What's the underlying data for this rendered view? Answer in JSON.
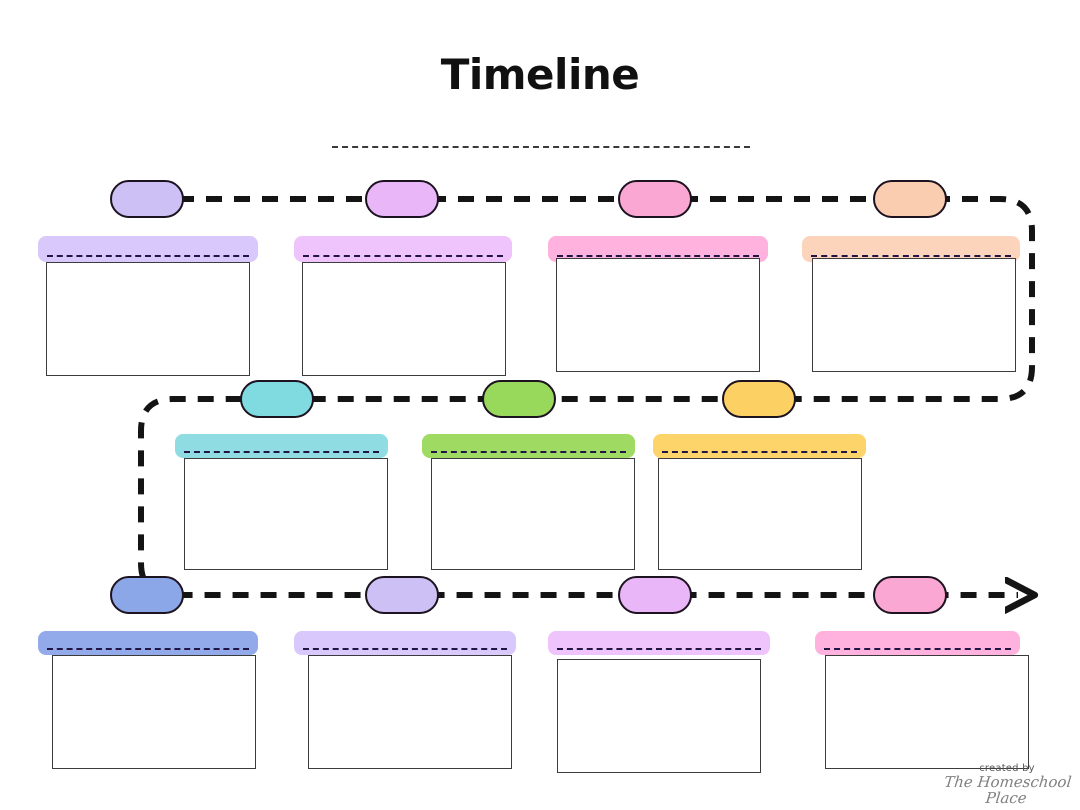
{
  "document": {
    "title": "Timeline",
    "title_rule": "dashed-writing-line"
  },
  "footer": {
    "created_by_label": "created by",
    "brand": "The Homeschool Place"
  },
  "connector": {
    "style": "dashed",
    "color": "#141414",
    "dash_pattern": "16 12",
    "stroke_width": 6,
    "arrow_end": "right-arrow-bottom-row"
  },
  "colors": {
    "outline": "#1d1220",
    "card_border": "#3c3c3c",
    "bar_line": "#211545",
    "lavender": "#ccc0f5",
    "orchid": "#e9b6f7",
    "pink": "#fba7d3",
    "peach": "#fbcdb0",
    "turquoise": "#80dbe0",
    "green": "#98d85b",
    "yellow": "#fdd063",
    "blue": "#8ba7e8",
    "light_lavender": "#d8c8fb",
    "light_orchid": "#efc3fb",
    "light_pink": "#ffb2dd",
    "light_peach": "#fcd4bc",
    "bar_turquoise": "#8fdde3",
    "bar_green": "#9fdb62",
    "bar_yellow": "#fdd469",
    "bar_blue": "#92aae9"
  },
  "rows": [
    {
      "id": "row-1",
      "milestones": [
        {
          "id": "milestone-1",
          "color": "#ccc0f5"
        },
        {
          "id": "milestone-2",
          "color": "#e9b6f7"
        },
        {
          "id": "milestone-3",
          "color": "#fba7d3"
        },
        {
          "id": "milestone-4",
          "color": "#fbcdb0"
        }
      ],
      "cards": [
        {
          "id": "card-1",
          "bar_color": "#d8c8fb",
          "label": "",
          "note": ""
        },
        {
          "id": "card-2",
          "bar_color": "#efc3fb",
          "label": "",
          "note": ""
        },
        {
          "id": "card-3",
          "bar_color": "#ffb2dd",
          "label": "",
          "note": ""
        },
        {
          "id": "card-4",
          "bar_color": "#fcd4bc",
          "label": "",
          "note": ""
        }
      ]
    },
    {
      "id": "row-2",
      "milestones": [
        {
          "id": "milestone-5",
          "color": "#80dbe0"
        },
        {
          "id": "milestone-6",
          "color": "#98d85b"
        },
        {
          "id": "milestone-7",
          "color": "#fdd063"
        }
      ],
      "cards": [
        {
          "id": "card-5",
          "bar_color": "#8fdde3",
          "label": "",
          "note": ""
        },
        {
          "id": "card-6",
          "bar_color": "#9fdb62",
          "label": "",
          "note": ""
        },
        {
          "id": "card-7",
          "bar_color": "#fdd469",
          "label": "",
          "note": ""
        }
      ]
    },
    {
      "id": "row-3",
      "milestones": [
        {
          "id": "milestone-8",
          "color": "#8ba7e8"
        },
        {
          "id": "milestone-9",
          "color": "#ccc0f5"
        },
        {
          "id": "milestone-10",
          "color": "#e9b6f7"
        },
        {
          "id": "milestone-11",
          "color": "#fba7d3"
        }
      ],
      "cards": [
        {
          "id": "card-8",
          "bar_color": "#92aae9",
          "label": "",
          "note": ""
        },
        {
          "id": "card-9",
          "bar_color": "#d8c8fb",
          "label": "",
          "note": ""
        },
        {
          "id": "card-10",
          "bar_color": "#efc3fb",
          "label": "",
          "note": ""
        },
        {
          "id": "card-11",
          "bar_color": "#ffb2dd",
          "label": "",
          "note": ""
        }
      ]
    }
  ]
}
